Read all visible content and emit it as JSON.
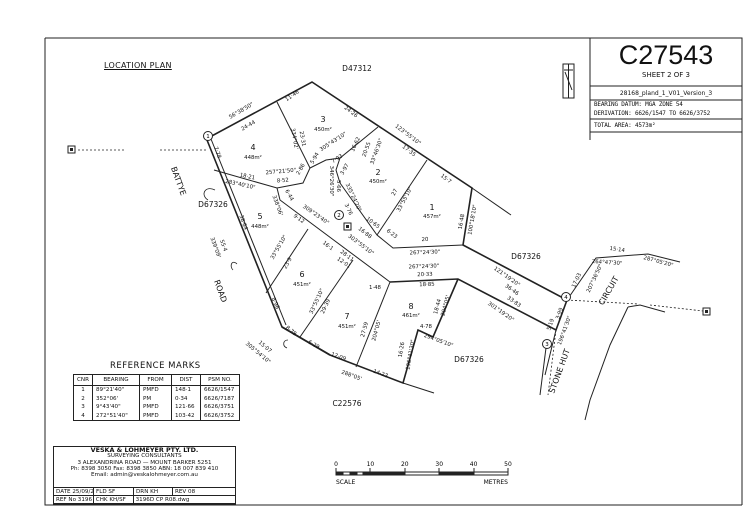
{
  "title_block": {
    "plan_number": "C27543",
    "sheet": "SHEET 2 OF 3",
    "version": "28168_pland_1_V01_Version_3",
    "bearing_datum": "BEARING DATUM: MGA ZONE 54",
    "derivation": "DERIVATION: 6626/1547 TO 6626/3752",
    "total_area": "TOTAL AREA: 4573m²"
  },
  "location_plan": "LOCATION PLAN",
  "plan": {
    "labels": [
      "D47312",
      "D67326",
      "D67326",
      "D67326",
      "C22576",
      "BATTYE",
      "ROAD",
      "STONE HUT",
      "CIRCUIT",
      "1",
      "457m²",
      "2",
      "450m²",
      "3",
      "450m²",
      "4",
      "448m²",
      "5",
      "448m²",
      "6",
      "451m²",
      "7",
      "451m²",
      "8",
      "461m²",
      "56°38'50\"",
      "24·44",
      "11·46",
      "24·26",
      "123°55'10\"",
      "17·35",
      "15·7",
      "16·48",
      "100°18'10\"",
      "7·78",
      "23·31",
      "334°02'",
      "18·21",
      "283°40'10\"",
      "257°21'50\"",
      "8·52",
      "2·86",
      "5·94",
      "305°43'10\"",
      "7·93",
      "3·97",
      "20",
      "267°24'30\"",
      "6·23",
      "10·65",
      "16·88",
      "303°55'10\"",
      "28·11",
      "16·1",
      "33°55'10\"",
      "27",
      "20·55",
      "33°46'30\"",
      "16·62",
      "335°24'20\"",
      "3·76",
      "346°26'30\"",
      "5·66",
      "309°23'40\"",
      "9·12",
      "6·44",
      "338°06'",
      "38·64",
      "55·4",
      "339°09'",
      "33°55'10\"",
      "23·9",
      "8·98",
      "8·78",
      "6·29",
      "15·07",
      "305°54'10\"",
      "33°55'10\"",
      "29·39",
      "12·01",
      "1·48",
      "267°24'30\"",
      "20·33",
      "18·85",
      "18·44",
      "204°05'",
      "27·59",
      "204°05'",
      "4·78",
      "294°05'10\"",
      "16·26",
      "196°41'30\"",
      "12·09",
      "288°05'",
      "14·23",
      "121°19'20\"",
      "36·46",
      "33·83",
      "301°19'20\"",
      "5·19",
      "3·99",
      "196°41'30\"",
      "17·03",
      "207°36'50\"",
      "15·14",
      "264°47'30\"",
      "287°05'20\""
    ],
    "corners": [
      "1",
      "2",
      "3",
      "4"
    ]
  },
  "reference_marks": {
    "title": "REFERENCE MARKS",
    "columns": [
      "CNR",
      "BEARING",
      "FROM",
      "DIST",
      "PSM NO."
    ],
    "rows": [
      [
        "1",
        "89°21'40\"",
        "PMFD",
        "148·1",
        "6626/1547"
      ],
      [
        "2",
        "352°06'",
        "PM",
        "0·34",
        "6626/7187"
      ],
      [
        "3",
        "9°43'40\"",
        "PMFD",
        "121·66",
        "6626/3751"
      ],
      [
        "4",
        "272°51'40\"",
        "PMFD",
        "103·42",
        "6626/3752"
      ]
    ]
  },
  "firm": {
    "name": "VESKA & LOHMEYER PTY. LTD.",
    "subtitle": "SURVEYING CONSULTANTS",
    "address": "3 ALEXANDRINA ROAD — MOUNT BARKER 5251",
    "phone": "Ph: 8398 3050  Fax: 8398 3850  ABN: 18 007 839 410",
    "email": "Email: admin@veskalohmeyer.com.au",
    "date": "DATE 25/09/2012",
    "fld": "FLD   SF",
    "drn": "DRN   KH",
    "rev": "REV 08",
    "ref": "REF No    3196",
    "chk": "CHK  KH/SF",
    "file": "3196D CP R08.dwg"
  },
  "scale": {
    "ticks": [
      "0",
      "10",
      "20",
      "30",
      "40",
      "50"
    ],
    "label": "SCALE",
    "units": "METRES"
  }
}
